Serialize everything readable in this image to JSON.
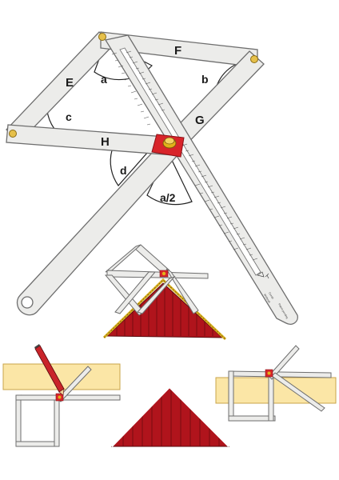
{
  "labels": {
    "arm_e": "E",
    "arm_f": "F",
    "arm_g": "G",
    "arm_h": "H",
    "angle_a": "a",
    "angle_b": "b",
    "angle_c": "c",
    "angle_d": "d",
    "angle_half_a": "a/2"
  },
  "ruler": {
    "brand": "Wolfcraft",
    "model": "Combi",
    "note": "Patent pending"
  },
  "colors": {
    "arm_fill": "#ececea",
    "arm_stroke": "#6e6e6e",
    "hub_red": "#d8242a",
    "knob_gold": "#e2b21a",
    "rivet_gold": "#e6c04a",
    "roof_red": "#b0141c",
    "board_yellow": "#fbe6a6",
    "pencil_red": "#c9242a"
  }
}
